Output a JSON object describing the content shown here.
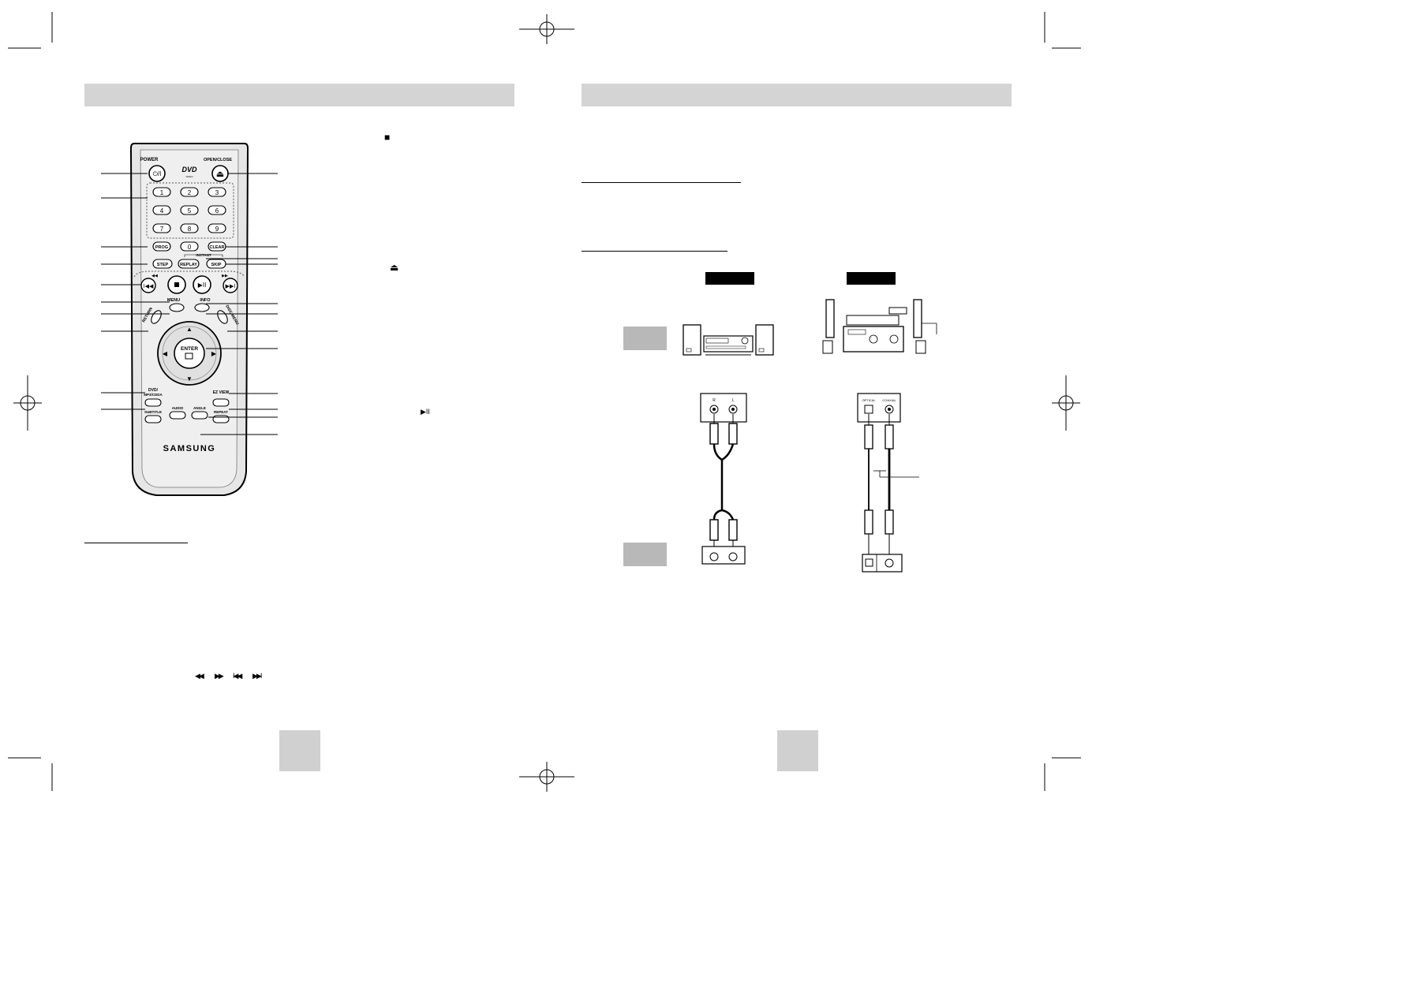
{
  "remote": {
    "power_label": "POWER",
    "power_symbol": "⏻/I",
    "open_close_label": "OPEN/CLOSE",
    "eject_symbol": "⏏",
    "dvd_logo": "DVD",
    "dvd_logo_sub": "VIDEO",
    "digits": [
      "1",
      "2",
      "3",
      "4",
      "5",
      "6",
      "7",
      "8",
      "9",
      "0"
    ],
    "prog_label": "PROG",
    "clear_label": "CLEAR",
    "step_label": "STEP",
    "replay_label": "REPLAY",
    "skip_label": "SKIP",
    "instant_label": "INSTANT",
    "menu_label": "MENU",
    "info_label": "INFO",
    "return_label": "RETURN",
    "disc_menu_label": "DISC MENU",
    "enter_label": "ENTER",
    "dvd_mp3_label": "DVD/\nMP3/CDDA",
    "ez_view_label": "EZ VIEW",
    "subtitle_label": "SUBTITLE",
    "audio_label": "AUDIO",
    "angle_label": "ANGLE",
    "repeat_label": "REPEAT",
    "brand": "SAMSUNG"
  },
  "side_icons": {
    "stop": "■",
    "eject": "⏏",
    "play_pause": "▶II",
    "search_skip": [
      "◀◀",
      "▶▶",
      "I◀◀",
      "▶▶I"
    ]
  },
  "diagram": {
    "left_jacks": [
      "R",
      "L"
    ],
    "right_jacks": [
      "OPTICAL",
      "COAXIAL"
    ]
  },
  "colors": {
    "header_bar": "#d4d4d4",
    "remote_body": "#e6e6e6",
    "tag_gray": "#b8b8b8",
    "tag_black": "#000000"
  }
}
